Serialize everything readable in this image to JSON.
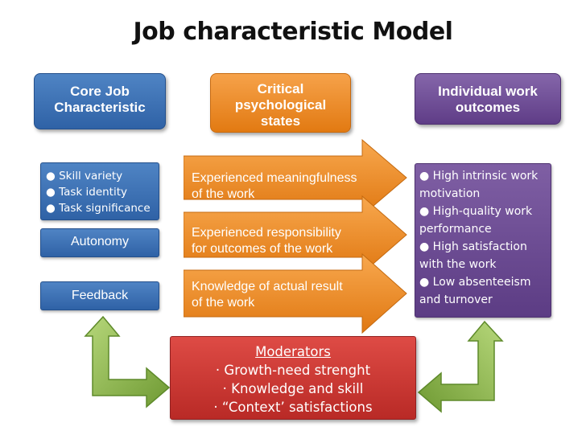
{
  "title": "Job characteristic Model",
  "headers": {
    "core": [
      "Core Job",
      "Characteristic"
    ],
    "critical": [
      "Critical",
      "psychological",
      "states"
    ],
    "outcomes": [
      "Individual work",
      "outcomes"
    ]
  },
  "core_items": {
    "list": [
      "●  Skill variety",
      "●  Task identity",
      "●  Task significance"
    ],
    "autonomy": "Autonomy",
    "feedback": "Feedback"
  },
  "states": [
    [
      "Experienced meaningfulness",
      "of the work"
    ],
    [
      "Experienced responsibility",
      "for outcomes of the work"
    ],
    [
      "Knowledge of actual result",
      "of the work"
    ]
  ],
  "outcomes": [
    "●  High intrinsic work",
    "motivation",
    "●  High-quality work",
    "performance",
    "●  High satisfaction",
    "with the work",
    "●  Low absenteeism",
    "and turnover"
  ],
  "moderators": {
    "title": "Moderators",
    "items": [
      "· Growth-need strenght",
      "· Knowledge and skill",
      "· “Context’ satisfactions"
    ]
  },
  "colors": {
    "blue": "#3a6fb3",
    "orange": "#f08a24",
    "purple": "#6b4a93",
    "red": "#cc3a35",
    "green": "#8ab34a"
  }
}
